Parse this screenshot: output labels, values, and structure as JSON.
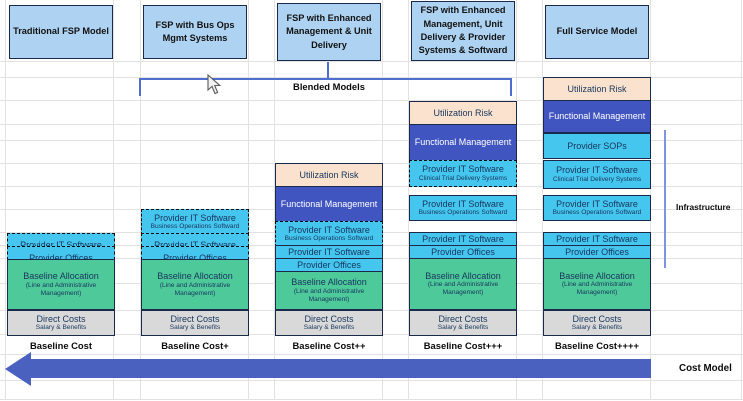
{
  "headers": [
    {
      "label": "Traditional FSP Model"
    },
    {
      "label": "FSP with Bus Ops Mgmt Systems"
    },
    {
      "label": "FSP with Enhanced Management & Unit Delivery"
    },
    {
      "label": "FSP with Enhanced Management, Unit Delivery & Provider Systems & Softward"
    },
    {
      "label": "Full Service Model"
    }
  ],
  "annotations": {
    "blended_models": "Blended Models",
    "infrastructure": "Infrastructure",
    "cost_model": "Cost Model"
  },
  "baseline_labels": [
    "Baseline Cost",
    "Baseline Cost+",
    "Baseline Cost++",
    "Baseline Cost+++",
    "Baseline Cost++++"
  ],
  "blocks": {
    "utilization_risk": "Utilization Risk",
    "functional_management": "Functional Management",
    "provider_sops": "Provider SOPs",
    "provider_it_software": "Provider IT Software",
    "clinical_trial_delivery_systems": "Clinical Trial Delivery Systems",
    "business_operations_softward": "Business Operations Softward",
    "provider_offices": "Provider Offices",
    "baseline_allocation": "Baseline Allocation",
    "line_and_administrative_management": "(Line and Administrative Management)",
    "direct_costs": "Direct Costs",
    "salary_and_benefits": "Salary & Benefits"
  },
  "colors": {
    "header_box": "#aed3f2",
    "cyan": "#45c6ef",
    "green": "#4ec99a",
    "gray": "#d9d9d9",
    "peach": "#fbe2ce",
    "purple": "#4155c0",
    "arrow": "#4a61c0",
    "bracket": "#4f6fd0"
  }
}
